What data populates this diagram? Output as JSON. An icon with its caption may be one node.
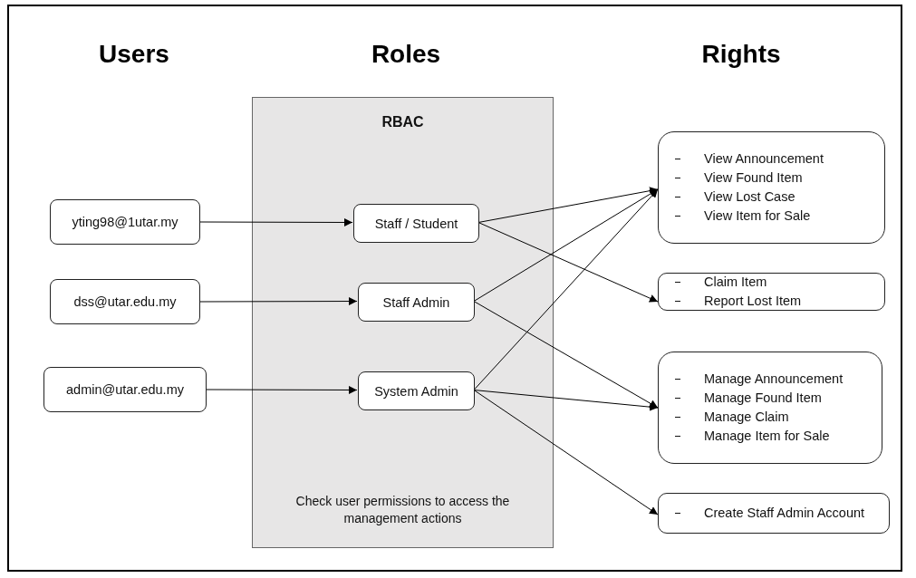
{
  "diagram": {
    "nodes": [
      {
        "text": [
          "yting98@1utar.my"
        ]
      },
      {
        "text": [
          "dss@utar.edu.my"
        ]
      },
      {
        "text": [
          "admin@utar.edu.my"
        ]
      },
      {
        "text": [
          "RBAC",
          "Check user permissions to access the management actions"
        ]
      },
      {
        "text": [
          "Staff / Student"
        ],
        "in": 3
      },
      {
        "text": [
          "Staff Admin"
        ],
        "in": 3
      },
      {
        "text": [
          "System Admin"
        ],
        "in": 3
      },
      {
        "text": [
          "View Announcement",
          "View Found Item",
          "View Lost Case",
          "View Item for Sale"
        ]
      },
      {
        "text": [
          "Claim Item",
          "Report Lost Item"
        ]
      },
      {
        "text": [
          "Manage Announcement",
          "Manage Found Item",
          "Manage Claim",
          "Manage Item for Sale"
        ]
      },
      {
        "text": [
          "Create Staff Admin Account"
        ]
      }
    ],
    "edges": [
      {
        "from": 0,
        "to": 4,
        "arrow": "to"
      },
      {
        "from": 1,
        "to": 5,
        "arrow": "to"
      },
      {
        "from": 2,
        "to": 6,
        "arrow": "to"
      },
      {
        "from": 4,
        "to": 7,
        "arrow": "to"
      },
      {
        "from": 4,
        "to": 8,
        "arrow": "to"
      },
      {
        "from": 5,
        "to": 7,
        "arrow": "to"
      },
      {
        "from": 5,
        "to": 9,
        "arrow": "to"
      },
      {
        "from": 6,
        "to": 7,
        "arrow": "to"
      },
      {
        "from": 6,
        "to": 9,
        "arrow": "to"
      },
      {
        "from": 6,
        "to": 10,
        "arrow": "to"
      }
    ],
    "labels": [
      "Users",
      "Roles",
      "Rights"
    ]
  }
}
